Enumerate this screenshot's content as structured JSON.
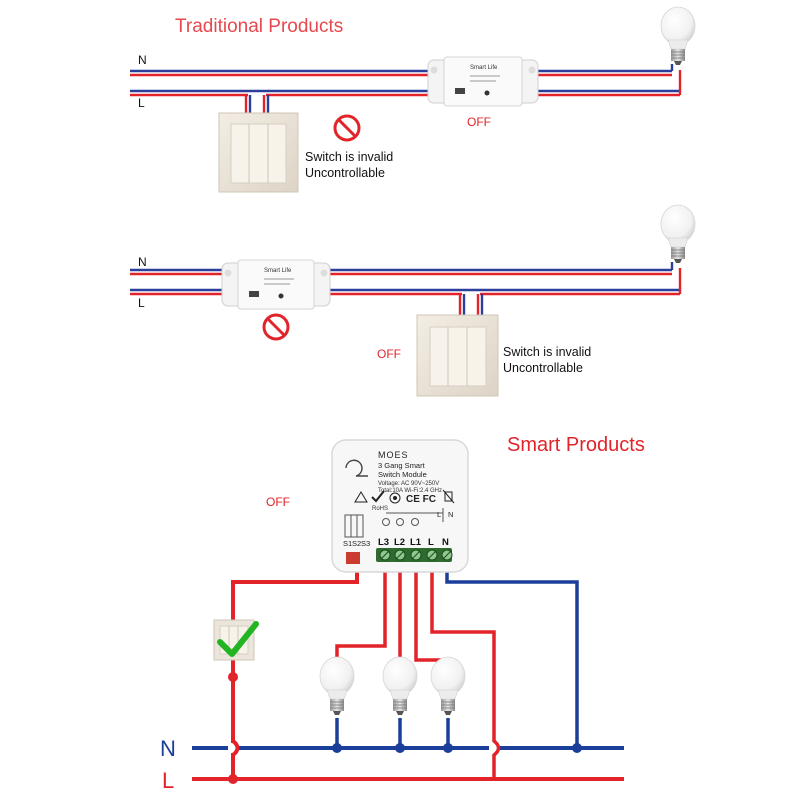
{
  "colors": {
    "neutral": "#2b3e9b",
    "live": "#e2242a",
    "ok": "#22b422",
    "forbid": "#e2242a"
  },
  "traditional": {
    "title": "Traditional Products",
    "diagram1": {
      "n_label": "N",
      "l_label": "L",
      "status": "OFF",
      "module_brand": "Smart Life",
      "note_line1": "Switch is invalid",
      "note_line2": "Uncontrollable"
    },
    "diagram2": {
      "n_label": "N",
      "l_label": "L",
      "status": "OFF",
      "module_brand": "Smart Life",
      "note_line1": "Switch is invalid",
      "note_line2": "Uncontrollable"
    }
  },
  "smart": {
    "title": "Smart Products",
    "status": "OFF",
    "module": {
      "brand": "MOES",
      "line1": "3 Gang Smart",
      "line2": "Switch Module",
      "voltage": "Voltage: AC 90V~250V",
      "specs": "Total:10A   Wi-Fi:2.4 GHz",
      "cert": "CE FC",
      "rohs": "RoHS",
      "switch_labels": [
        "S1",
        "S2",
        "S3"
      ],
      "terminal_labels": [
        "L3",
        "L2",
        "L1",
        "L",
        "N"
      ],
      "top_terminals": [
        "L",
        "N"
      ]
    },
    "n_label": "N",
    "l_label": "L"
  }
}
